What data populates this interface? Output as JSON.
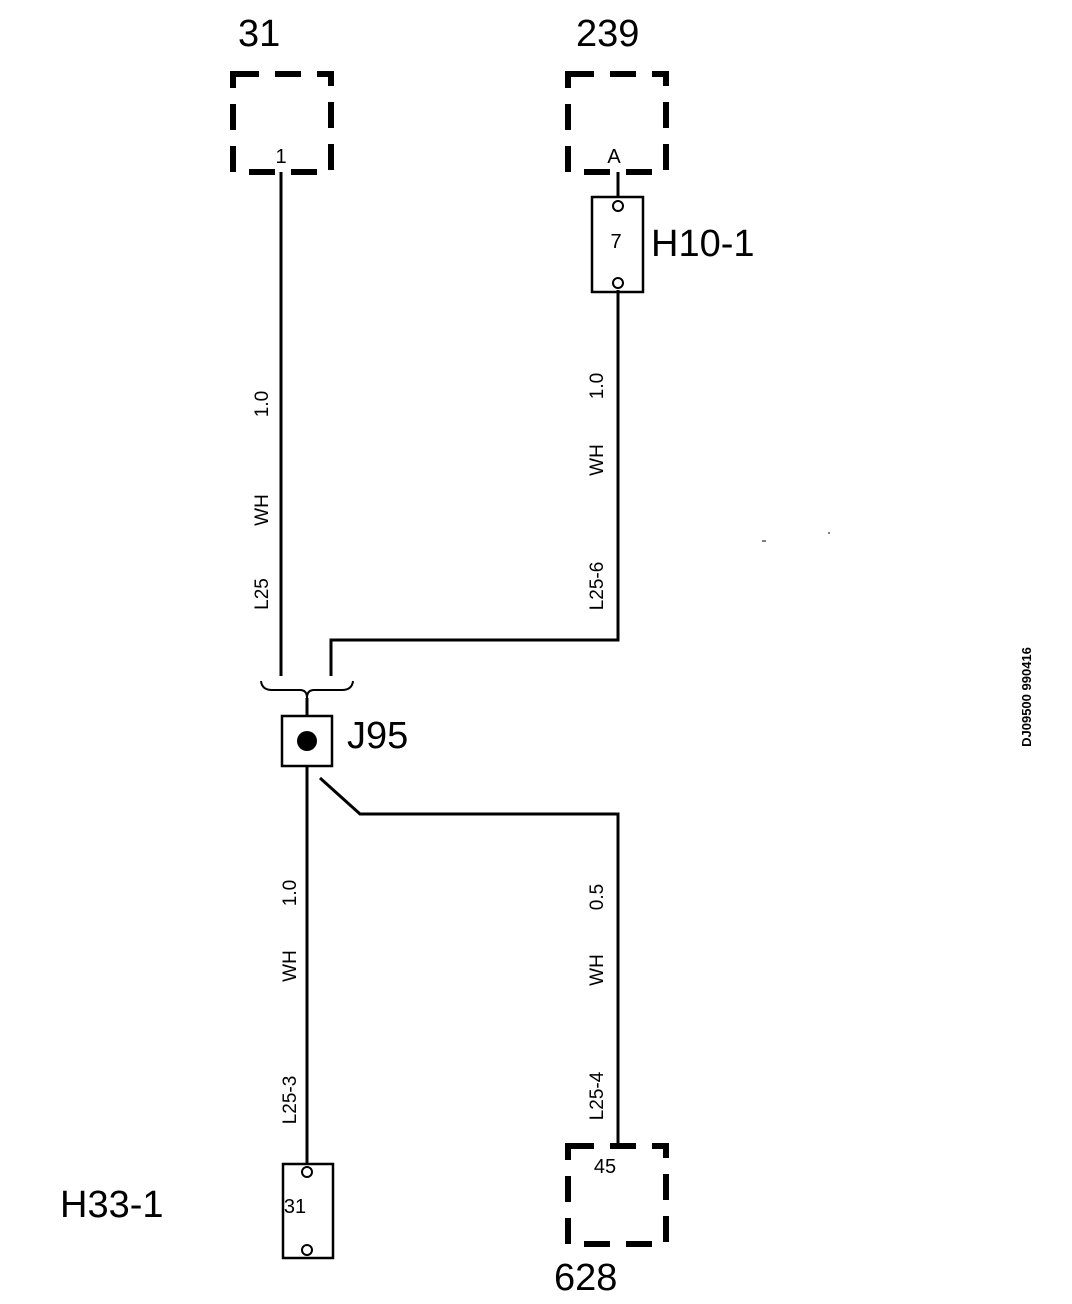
{
  "components": {
    "c31": {
      "number": "31",
      "pin": "1"
    },
    "c239": {
      "number": "239",
      "pin": "A"
    },
    "c628": {
      "number": "628",
      "pin": "45"
    }
  },
  "connectors": {
    "h10": {
      "name": "H10-1",
      "pin": "7"
    },
    "h33": {
      "name": "H33-1",
      "pin": "31"
    }
  },
  "splice": {
    "name": "J95"
  },
  "wires": {
    "l25": {
      "id": "L25",
      "color": "WH",
      "gauge": "1.0"
    },
    "l25_6": {
      "id": "L25-6",
      "color": "WH",
      "gauge": "1.0"
    },
    "l25_3": {
      "id": "L25-3",
      "color": "WH",
      "gauge": "1.0"
    },
    "l25_4": {
      "id": "L25-4",
      "color": "WH",
      "gauge": "0.5"
    }
  },
  "drawing_code": "DJ09500 990416"
}
